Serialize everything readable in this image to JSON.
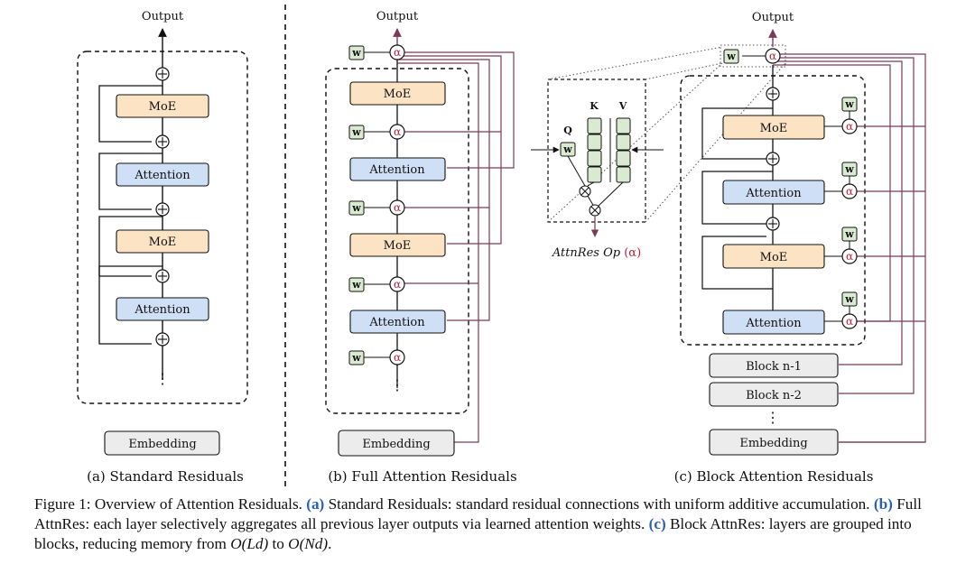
{
  "panel_a": {
    "output": "Output",
    "blocks": [
      "MoE",
      "Attention",
      "MoE",
      "Attention"
    ],
    "dots": "⋮",
    "embedding": "Embedding",
    "caption": "(a) Standard Residuals"
  },
  "panel_b": {
    "output": "Output",
    "weight_symbol": "w",
    "alpha_symbol": "α",
    "blocks": [
      "MoE",
      "Attention",
      "MoE",
      "Attention"
    ],
    "dots": "⋮",
    "embedding": "Embedding",
    "caption": "(b) Full Attention Residuals"
  },
  "panel_c": {
    "output": "Output",
    "weight_symbol": "w",
    "alpha_symbol": "α",
    "blocks": [
      "MoE",
      "Attention",
      "MoE",
      "Attention"
    ],
    "prev_blocks": [
      "Block n-1",
      "Block n-2"
    ],
    "dots": "⋮",
    "embedding": "Embedding",
    "caption": "(c) Block Attention Residuals"
  },
  "op_inset": {
    "q_label": "Q",
    "k_label": "K",
    "v_label": "V",
    "weight_symbol": "w",
    "name": "AttnRes Op",
    "alpha": "(α)"
  },
  "caption": {
    "label": "Figure 1:",
    "intro": "Overview of Attention Residuals.",
    "a_ref": "(a)",
    "a_text": "Standard Residuals: standard residual connections with uniform additive accumulation.",
    "b_ref": "(b)",
    "b_text": "Full AttnRes: each layer selectively aggregates all previous layer outputs via learned attention weights.",
    "c_ref": "(c)",
    "c_text": "Block AttnRes: layers are grouped into blocks, reducing memory from",
    "c_from": "O(Ld)",
    "c_to_word": "to",
    "c_to": "O(Nd)",
    "end": "."
  },
  "colors": {
    "moe_fill": "#fce3c4",
    "attention_fill": "#cfe0f6",
    "weight_fill": "#d9ead0",
    "embed_fill": "#ececec",
    "residual_line": "#7b3b56",
    "alpha_color": "#b4233a",
    "ref_blue": "#2b5fb4"
  }
}
